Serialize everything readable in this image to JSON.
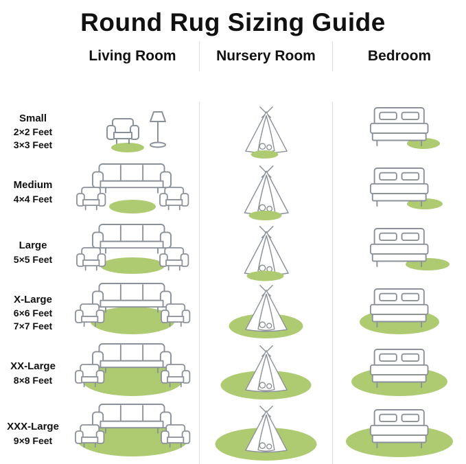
{
  "title": "Round Rug Sizing Guide",
  "columns": [
    {
      "label": "Living Room"
    },
    {
      "label": "Nursery Room"
    },
    {
      "label": "Bedroom"
    }
  ],
  "rows": [
    {
      "name": "Small",
      "sizes": [
        "2×2 Feet",
        "3×3 Feet"
      ]
    },
    {
      "name": "Medium",
      "sizes": [
        "4×4 Feet"
      ]
    },
    {
      "name": "Large",
      "sizes": [
        "5×5 Feet"
      ]
    },
    {
      "name": "X-Large",
      "sizes": [
        "6×6 Feet",
        "7×7 Feet"
      ]
    },
    {
      "name": "XX-Large",
      "sizes": [
        "8×8 Feet"
      ]
    },
    {
      "name": "XXX-Large",
      "sizes": [
        "9×9 Feet"
      ]
    }
  ],
  "icons": {
    "living_room": [
      "sofa-icon",
      "armchair-icon",
      "floor-lamp-icon",
      "round-rug"
    ],
    "nursery_room": [
      "teepee-tent-icon",
      "round-rug"
    ],
    "bedroom": [
      "bed-icon",
      "round-rug"
    ]
  },
  "colors": {
    "rug_green": "#aecb72",
    "line_art": "#8b9199",
    "text": "#111111"
  }
}
